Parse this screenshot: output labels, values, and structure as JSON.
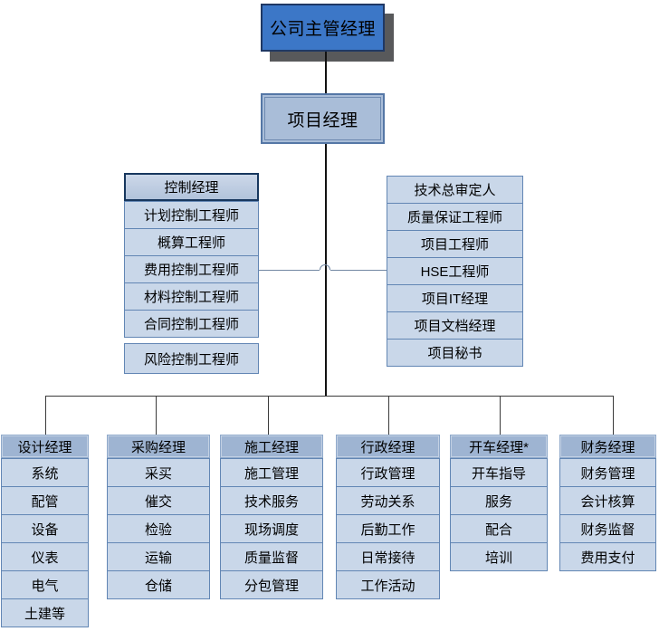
{
  "chart": {
    "root": "公司主管经理",
    "project_manager": "项目经理",
    "control_group": {
      "header": "控制经理",
      "items": [
        "计划控制工程师",
        "概算工程师",
        "费用控制工程师",
        "材料控制工程师",
        "合同控制工程师",
        "风险控制工程师"
      ]
    },
    "staff_group": {
      "items": [
        "技术总审定人",
        "质量保证工程师",
        "项目工程师",
        "HSE工程师",
        "项目IT经理",
        "项目文档经理",
        "项目秘书"
      ]
    },
    "departments": [
      {
        "header": "设计经理",
        "items": [
          "系统",
          "配管",
          "设备",
          "仪表",
          "电气",
          "土建等"
        ]
      },
      {
        "header": "采购经理",
        "items": [
          "采买",
          "催交",
          "检验",
          "运输",
          "仓储"
        ]
      },
      {
        "header": "施工经理",
        "items": [
          "施工管理",
          "技术服务",
          "现场调度",
          "质量监督",
          "分包管理"
        ]
      },
      {
        "header": "行政经理",
        "items": [
          "行政管理",
          "劳动关系",
          "后勤工作",
          "日常接待",
          "工作活动"
        ]
      },
      {
        "header": "开车经理*",
        "items": [
          "开车指导",
          "服务",
          "配合",
          "培训"
        ]
      },
      {
        "header": "财务经理",
        "items": [
          "财务管理",
          "会计核算",
          "财务监督",
          "费用支付"
        ]
      }
    ]
  },
  "colors": {
    "root_fill": "#3c77c7",
    "root_border": "#1f3864",
    "root_shadow": "#58595b",
    "pm_fill": "#a9bdd8",
    "pm_border": "#5577a6",
    "cell_fill": "#c9d7e9",
    "cell_border": "#6286b4",
    "control_header_fill": "#bac9de",
    "control_header_border": "#17375e",
    "dept_header_fill": "#9eb4d2",
    "dept_header_border": "#8fa9ca",
    "center_line": "#121212",
    "tree_line": "#3a3a3a",
    "cross_line": "#7287a3"
  }
}
